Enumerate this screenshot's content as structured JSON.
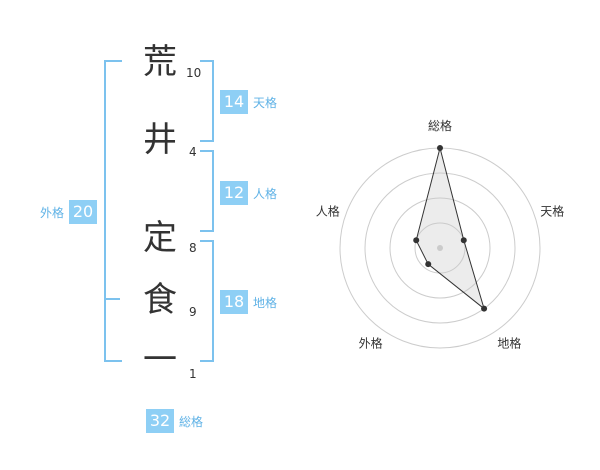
{
  "name_characters": [
    {
      "char": "荒",
      "strokes": "10"
    },
    {
      "char": "井",
      "strokes": "4"
    },
    {
      "char": "定",
      "strokes": "8"
    },
    {
      "char": "食",
      "strokes": "9"
    },
    {
      "char": "一",
      "strokes": "1"
    }
  ],
  "fortune": {
    "tenkaku": {
      "value": "14",
      "label": "天格"
    },
    "jinkaku": {
      "value": "12",
      "label": "人格"
    },
    "chikaku": {
      "value": "18",
      "label": "地格"
    },
    "gaikaku": {
      "value": "20",
      "label": "外格"
    },
    "soukaku": {
      "value": "32",
      "label": "総格"
    }
  },
  "colors": {
    "accent": "#8ecff5",
    "label": "#5fb2e6",
    "bracket": "#7cc2ee"
  },
  "chart_data": {
    "type": "radar",
    "axes": [
      "総格",
      "天格",
      "地格",
      "外格",
      "人格"
    ],
    "rings": 4,
    "values": [
      4,
      1,
      3,
      0.8,
      1
    ]
  }
}
